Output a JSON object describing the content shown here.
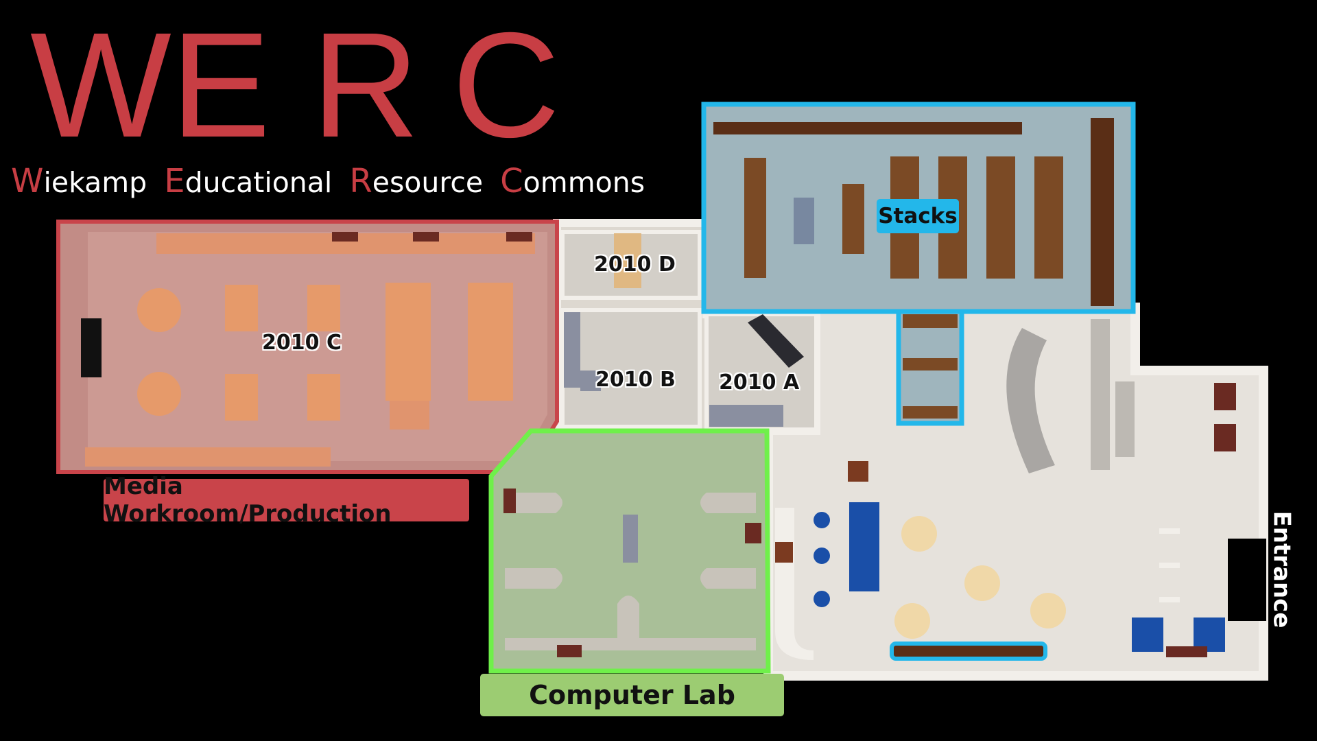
{
  "title": {
    "letters": [
      "W",
      "E",
      "R",
      "C"
    ],
    "subtitle_words": [
      {
        "cap": "W",
        "rest": "iekamp"
      },
      {
        "cap": "E",
        "rest": "ducational"
      },
      {
        "cap": "R",
        "rest": "esource"
      },
      {
        "cap": "C",
        "rest": "ommons"
      }
    ]
  },
  "areas": {
    "media": "Media Workroom/Production",
    "lab": "Computer Lab",
    "stacks": "Stacks"
  },
  "rooms": {
    "room_d": "2010 D",
    "room_c": "2010 C",
    "room_b": "2010 B",
    "room_a": "2010 A"
  },
  "entrance": "Entrance",
  "colors": {
    "brand_red": "#c83e44",
    "lab_green": "#6ff04a",
    "stacks_blue": "#23b7ea",
    "floor": "#e6e2dc"
  }
}
